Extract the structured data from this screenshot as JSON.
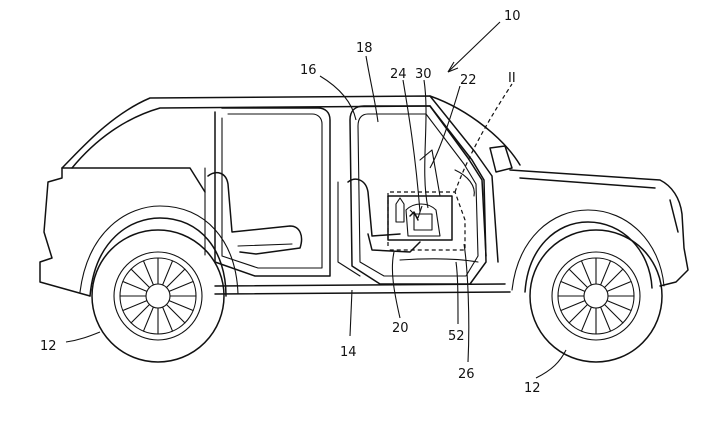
{
  "figure": {
    "colors": {
      "stroke": "#111111",
      "background": "#ffffff"
    },
    "reference_numerals": [
      {
        "id": "vehicle",
        "text": "10"
      },
      {
        "id": "section-marker",
        "text": "II"
      },
      {
        "id": "seat-rear",
        "text": "18"
      },
      {
        "id": "door-opening",
        "text": "16"
      },
      {
        "id": "part-24",
        "text": "24"
      },
      {
        "id": "part-30",
        "text": "30"
      },
      {
        "id": "part-22",
        "text": "22"
      },
      {
        "id": "wheel-rear",
        "text": "12"
      },
      {
        "id": "wheel-front",
        "text": "12"
      },
      {
        "id": "body-side",
        "text": "14"
      },
      {
        "id": "part-20",
        "text": "20"
      },
      {
        "id": "part-52",
        "text": "52"
      },
      {
        "id": "part-26",
        "text": "26"
      }
    ]
  }
}
